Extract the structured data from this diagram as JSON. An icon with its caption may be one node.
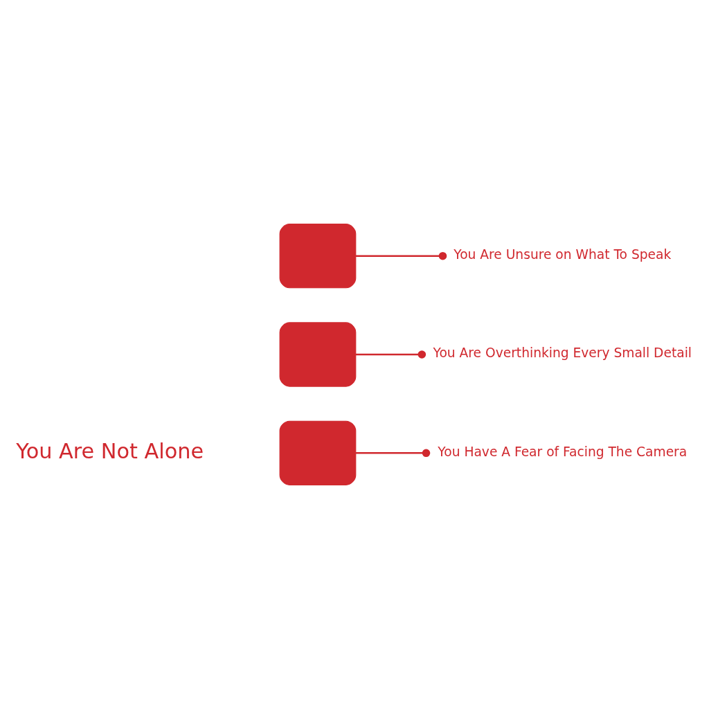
{
  "diagram": {
    "nodes": [
      {
        "text": [],
        "shape": "segment"
      },
      {
        "text": [
          "You Are Unsure on What To Speak"
        ]
      },
      {
        "text": [],
        "shape": "segment"
      },
      {
        "text": [
          "You Are Overthinking Every Small Detail"
        ]
      },
      {
        "text": [],
        "shape": "segment"
      },
      {
        "text": [
          "You Have A Fear of Facing The Camera"
        ]
      }
    ],
    "edges": [
      {
        "from": 0,
        "to": 1,
        "arrow": "other"
      },
      {
        "from": 2,
        "to": 3,
        "arrow": "other"
      },
      {
        "from": 4,
        "to": 5,
        "arrow": "other"
      }
    ],
    "labels": [
      "You Are Not Alone"
    ]
  }
}
